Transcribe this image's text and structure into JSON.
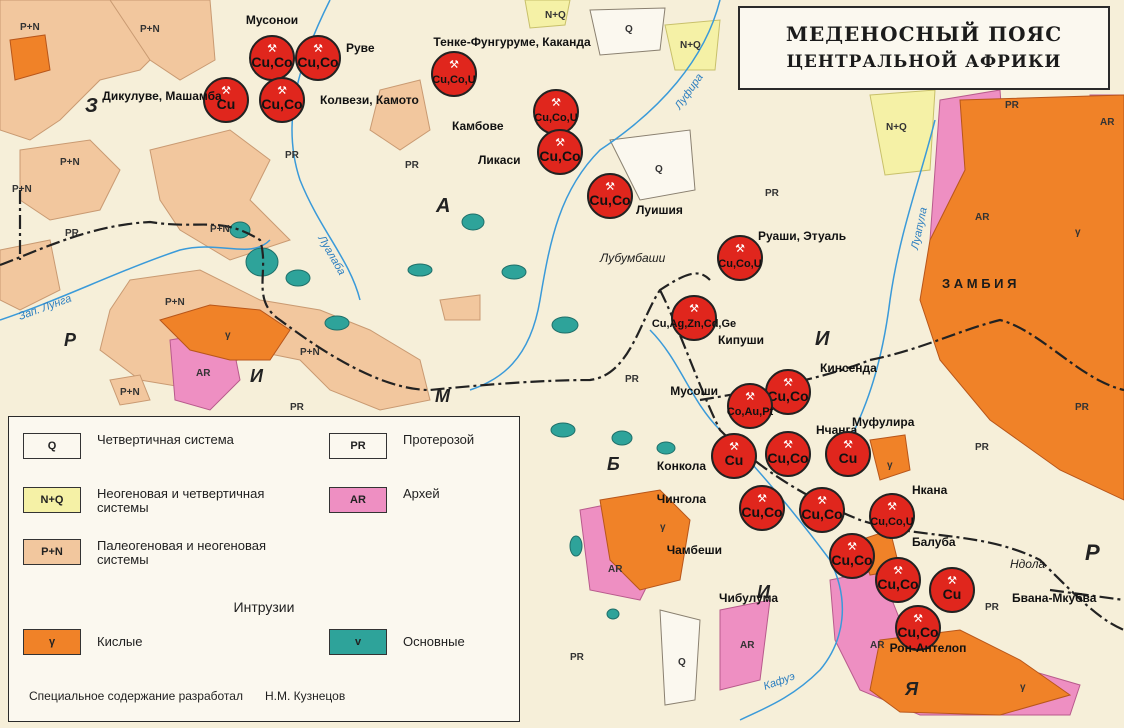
{
  "title": {
    "line1": "МЕДЕНОСНЫЙ ПОЯС",
    "line2": "ЦЕНТРАЛЬНОЙ АФРИКИ"
  },
  "colors": {
    "paleogene": "#f2c79e",
    "neogene": "#f5f1a6",
    "proterozoic": "#f6efd9",
    "archean": "#ee8fc2",
    "acid": "#f08228",
    "basic": "#2ea39a",
    "deposit": "#e0261d",
    "river": "#3a9ad9",
    "border": "#222222"
  },
  "legend": {
    "items": [
      {
        "code": "Q",
        "label": "Четвертичная система"
      },
      {
        "code": "N+Q",
        "label": "Неогеновая и четвертичная системы"
      },
      {
        "code": "P+N",
        "label": "Палеогеновая и неогеновая системы"
      },
      {
        "code": "PR",
        "label": "Протерозой"
      },
      {
        "code": "AR",
        "label": "Архей"
      }
    ],
    "intrusions_heading": "Интрузии",
    "intrusions": [
      {
        "code": "γ",
        "label": "Кислые"
      },
      {
        "code": "v",
        "label": "Основные"
      }
    ],
    "author_caption": "Специальное содержание разработал",
    "author_name": "Н.М. Кузнецов"
  },
  "deposits": [
    {
      "name": "Мусонои",
      "metals": "Cu,Co"
    },
    {
      "name": "Руве",
      "metals": "Cu,Co"
    },
    {
      "name": "Дикулуве, Машамба",
      "metals": "Cu"
    },
    {
      "name": "Колвези, Камото",
      "metals": "Cu,Co"
    },
    {
      "name": "Тенке-Фунгуруме, Каканда",
      "metals": "Cu,Co,U"
    },
    {
      "name": "Камбове",
      "metals": "Cu,Co,U"
    },
    {
      "name": "Ликаси",
      "metals": "Cu,Co"
    },
    {
      "name": "Луишия",
      "metals": "Cu,Co"
    },
    {
      "name": "Руаши, Этуаль",
      "metals": "Cu,Co,U"
    },
    {
      "name": "Кипуши",
      "metals": "Cu,Ag,Zn,Cd,Ge"
    },
    {
      "name": "Кинсенда",
      "metals": "Cu,Co"
    },
    {
      "name": "Мусоши",
      "metals": "Co,Au,Pt"
    },
    {
      "name": "Нчанга",
      "metals": "Cu"
    },
    {
      "name": "Муфулира",
      "metals": "Cu"
    },
    {
      "name": "Конкола",
      "metals": "Cu,Co"
    },
    {
      "name": "Чингола",
      "metals": "Cu,Co"
    },
    {
      "name": "Нкана",
      "metals": "Cu,Co,U"
    },
    {
      "name": "Чамбеши",
      "metals": "Cu,Co"
    },
    {
      "name": "Балуба",
      "metals": "Cu,Co"
    },
    {
      "name": "Чибулума",
      "metals": "Cu,Co"
    },
    {
      "name": "Бвана-Мкубва",
      "metals": "Cu"
    },
    {
      "name": "Рон-Антелоп",
      "metals": "Cu,Co"
    }
  ],
  "map_labels": {
    "city": "Лубумбаши",
    "ndola": "Ндола",
    "country": "З А М Б И Я",
    "zaire_letters": [
      "З",
      "А",
      "И",
      "Р"
    ],
    "zambia_letters": [
      "Б",
      "И",
      "Я"
    ],
    "rivers": [
      "Луфира",
      "Луалаба",
      "Луапула",
      "Кафуэ",
      "Зап. Лунга"
    ],
    "extra_letters": [
      "М",
      "И",
      "Р"
    ]
  }
}
